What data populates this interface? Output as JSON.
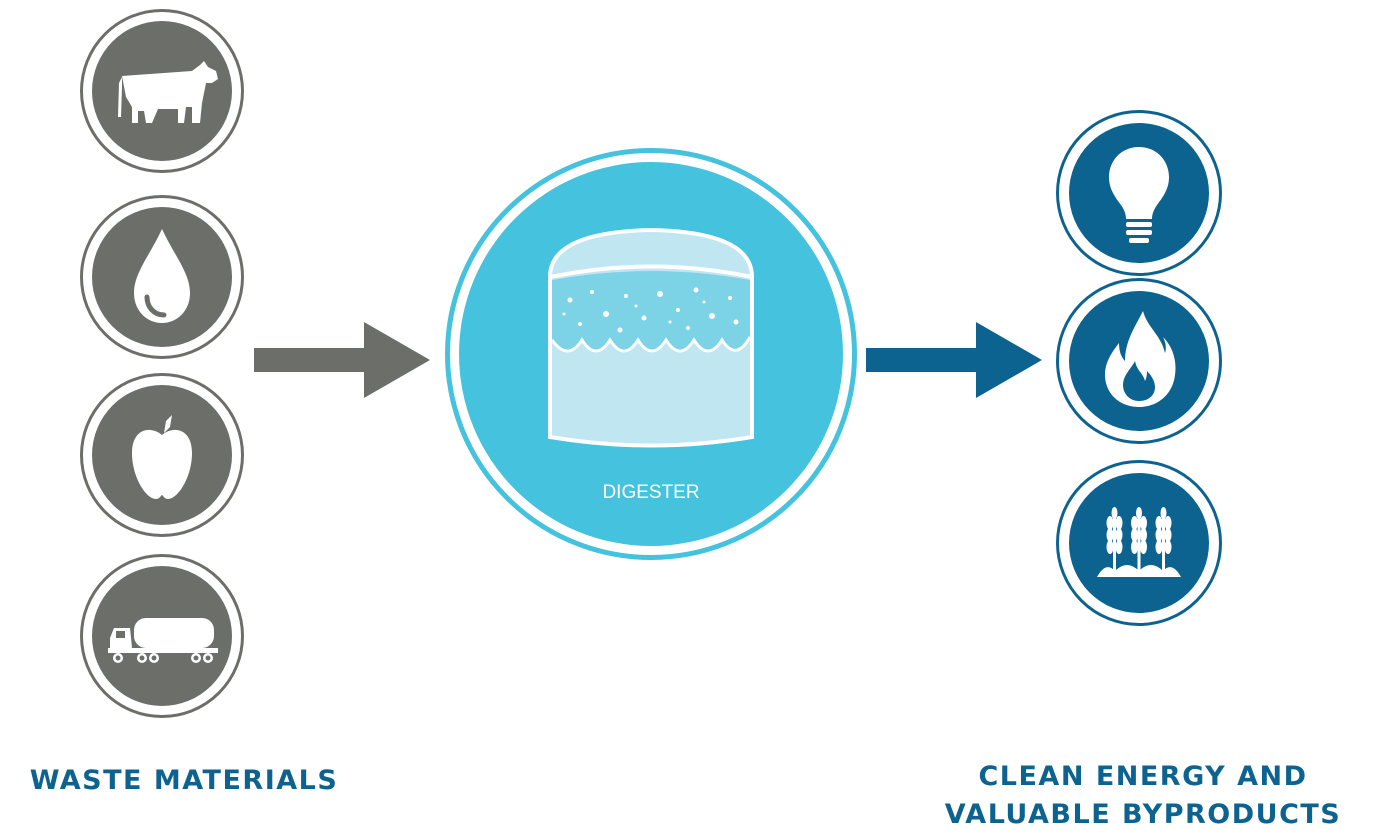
{
  "diagram": {
    "center": {
      "label": "DIGESTER"
    },
    "inputs": {
      "caption": "WASTE MATERIALS",
      "items": [
        {
          "icon": "cow-icon"
        },
        {
          "icon": "water-drop-icon"
        },
        {
          "icon": "apple-icon"
        },
        {
          "icon": "tanker-truck-icon"
        }
      ]
    },
    "outputs": {
      "caption_line1": "CLEAN ENERGY AND",
      "caption_line2": "VALUABLE BYPRODUCTS",
      "items": [
        {
          "icon": "light-bulb-icon"
        },
        {
          "icon": "flame-icon"
        },
        {
          "icon": "crops-icon"
        }
      ]
    },
    "colors": {
      "input": "#6c6e6a",
      "digester": "#45c2dd",
      "output": "#0c6390",
      "caption": "#0c6390"
    }
  }
}
